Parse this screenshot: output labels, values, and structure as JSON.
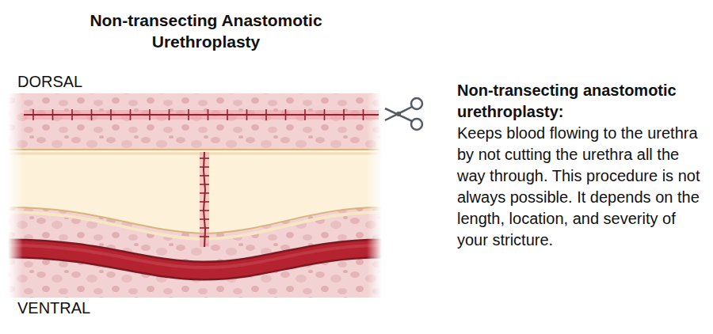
{
  "diagram": {
    "title": "Non-transecting Anastomotic Urethroplasty",
    "labels": [
      "DORSAL",
      "VENTRAL",
      "Non-transecting anastomotic urethroplasty:",
      "Keeps blood flowing to the urethra by not cutting the urethra all the way through. This procedure is not always possible. It depends on the length, location, and severity of your stricture."
    ]
  }
}
